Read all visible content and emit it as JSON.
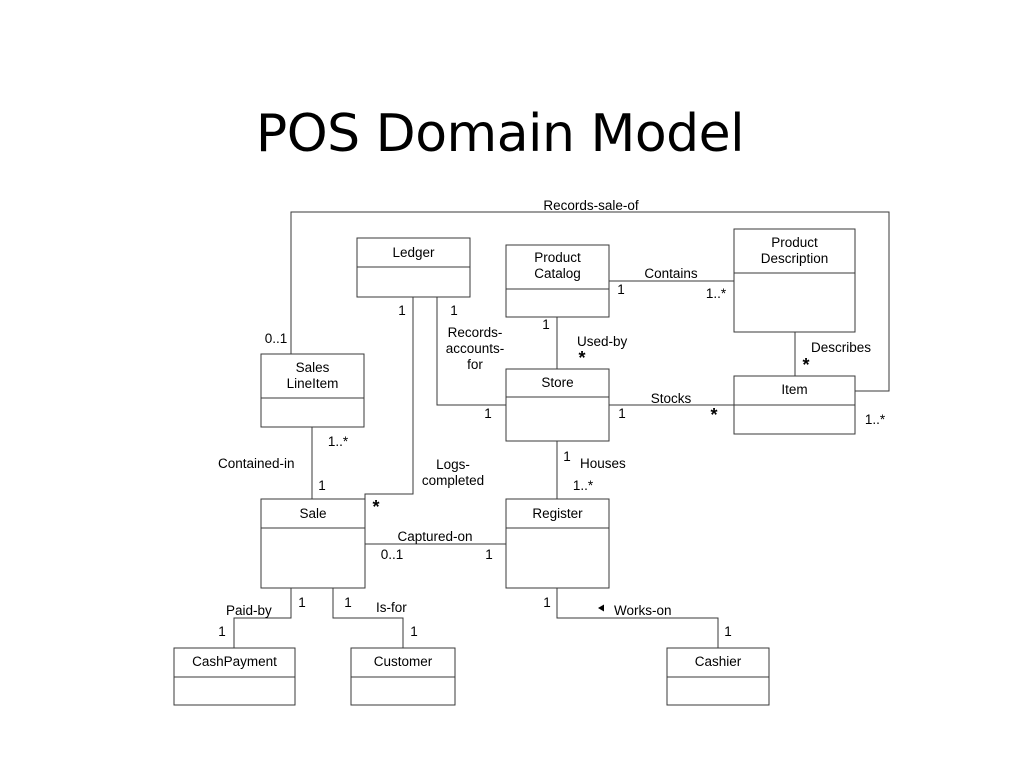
{
  "slide": {
    "title": "POS  Domain Model"
  },
  "classes": {
    "ledger": "Ledger",
    "product_catalog": [
      "Product",
      "Catalog"
    ],
    "product_description": [
      "Product",
      "Description"
    ],
    "sales_line_item": [
      "Sales",
      "LineItem"
    ],
    "store": "Store",
    "item": "Item",
    "sale": "Sale",
    "register": "Register",
    "cash_payment": "CashPayment",
    "customer": "Customer",
    "cashier": "Cashier"
  },
  "associations": {
    "records_sale_of": "Records-sale-of",
    "contains": "Contains",
    "records_accounts_for": [
      "Records-",
      "accounts-",
      "for"
    ],
    "used_by": "Used-by",
    "describes": "Describes",
    "stocks": "Stocks",
    "contained_in": "Contained-in",
    "logs_completed": [
      "Logs-",
      "completed"
    ],
    "houses": "Houses",
    "captured_on": "Captured-on",
    "paid_by": "Paid-by",
    "is_for": "Is-for",
    "works_on": "Works-on"
  },
  "multiplicities": {
    "ledger_logs": "1",
    "ledger_records": "1",
    "catalog_contains": "1",
    "description_contains": "1..*",
    "catalog_used_by": "1",
    "store_used_by": "*",
    "description_describes": "*",
    "sli_records_sale_of": "0..1",
    "item_records_sale_of": "1..*",
    "store_records": "1",
    "store_stocks": "1",
    "item_stocks": "*",
    "sli_contained_in": "1..*",
    "sale_contained_in": "1",
    "sale_logs": "*",
    "store_houses": "1",
    "register_houses": "1..*",
    "sale_captured_on": "0..1",
    "register_captured_on": "1",
    "sale_paid_by": "1",
    "cashpayment_paid_by": "1",
    "sale_is_for": "1",
    "customer_is_for": "1",
    "register_works_on": "1",
    "cashier_works_on": "1"
  },
  "icons": {
    "direction_arrow": "triangle-left-icon"
  }
}
